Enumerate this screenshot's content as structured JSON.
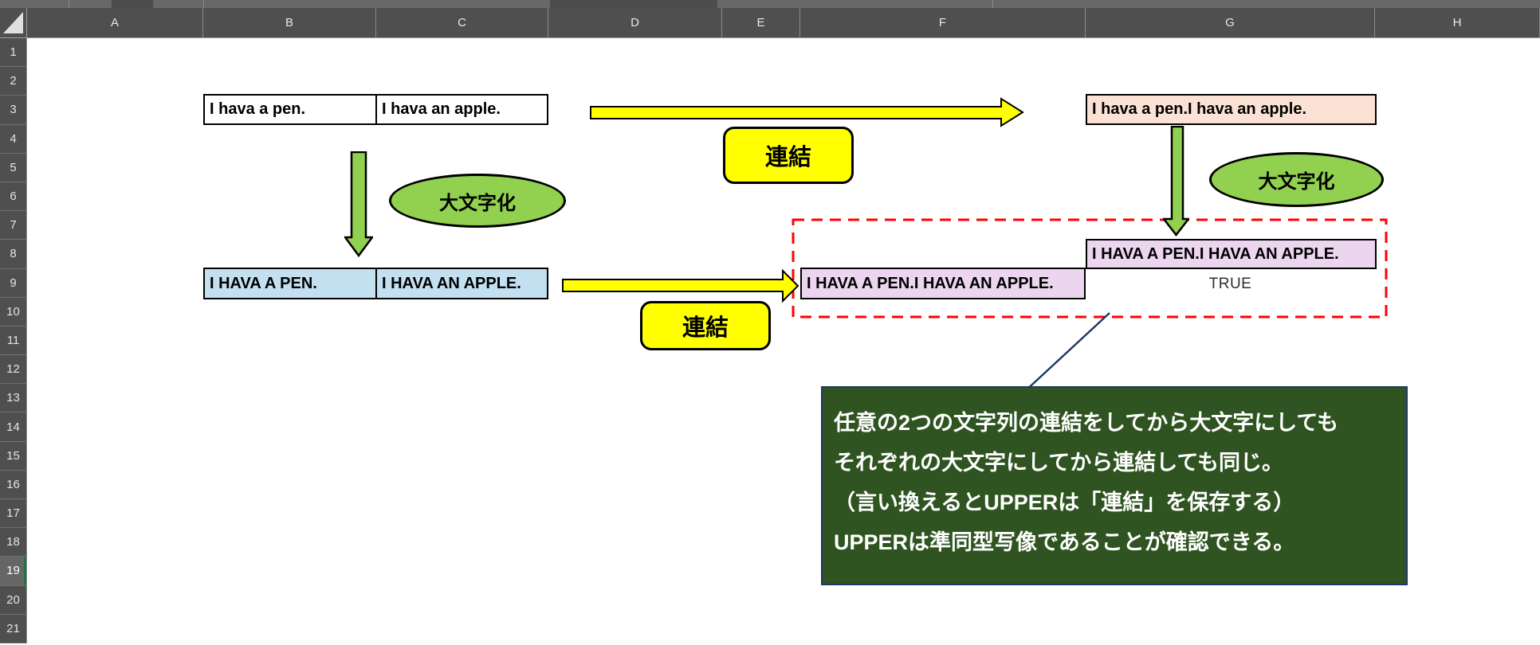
{
  "spreadsheet": {
    "columns": [
      "A",
      "B",
      "C",
      "D",
      "E",
      "F",
      "G",
      "H"
    ],
    "rows": [
      "1",
      "2",
      "3",
      "4",
      "5",
      "6",
      "7",
      "8",
      "9",
      "10",
      "11",
      "12",
      "13",
      "14",
      "15",
      "16",
      "17",
      "18",
      "19",
      "20",
      "21"
    ],
    "selected_row": "19"
  },
  "cells": {
    "b3": "I hava a pen.",
    "c3": "I hava an apple.",
    "g3": "I hava a pen.I hava an apple.",
    "b9": "I HAVA A PEN.",
    "c9": "I HAVA AN APPLE.",
    "f9": "I HAVA A PEN.I HAVA AN APPLE.",
    "g8": "I HAVA A PEN.I HAVA AN APPLE.",
    "g9": "TRUE"
  },
  "labels": {
    "concat_top": "連結",
    "concat_bottom": "連結",
    "uppercase_left": "大文字化",
    "uppercase_right": "大文字化"
  },
  "note": {
    "lines": [
      "任意の2つの文字列の連結をしてから大文字にしても",
      "それぞれの大文字にしてから連結しても同じ。",
      "（言い換えるとUPPERは「連結」を保存する）",
      "UPPERは準同型写像であることが確認できる。"
    ]
  },
  "colors": {
    "shape_green": "#92D050",
    "shape_yellow": "#FFFF00",
    "cell_peach": "#FBE2D5",
    "cell_blue": "#C2E0F0",
    "cell_pink": "#EBD5EF",
    "note_background": "#2F5421",
    "note_border": "#1F3864",
    "dashed_frame_red": "#FF0000",
    "header_gray": "#4F4F4F",
    "selected_row_green": "#217346"
  }
}
